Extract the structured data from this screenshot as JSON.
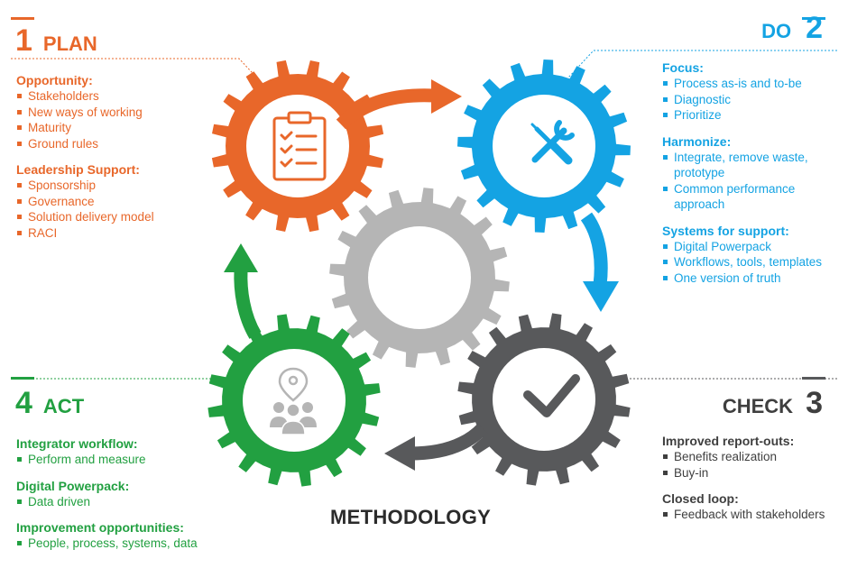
{
  "title": "METHODOLOGY",
  "colors": {
    "plan": "#e8672a",
    "do": "#14a3e3",
    "check": "#58595b",
    "act": "#22a041",
    "center": "#b5b5b5"
  },
  "phases": {
    "plan": {
      "number": "1",
      "name": "PLAN",
      "icon": "clipboard-checklist-icon",
      "sections": [
        {
          "title": "Opportunity:",
          "items": [
            "Stakeholders",
            "New ways of working",
            "Maturity",
            "Ground rules"
          ]
        },
        {
          "title": "Leadership Support:",
          "items": [
            "Sponsorship",
            "Governance",
            "Solution delivery model",
            "RACI"
          ]
        }
      ]
    },
    "do": {
      "number": "2",
      "name": "DO",
      "icon": "wrench-screwdriver-icon",
      "sections": [
        {
          "title": "Focus:",
          "items": [
            "Process as-is and to-be",
            "Diagnostic",
            "Prioritize"
          ]
        },
        {
          "title": "Harmonize:",
          "items": [
            "Integrate, remove waste, prototype",
            "Common performance approach"
          ]
        },
        {
          "title": "Systems for support:",
          "items": [
            "Digital Powerpack",
            "Workflows, tools, templates",
            "One version of truth"
          ]
        }
      ]
    },
    "check": {
      "number": "3",
      "name": "CHECK",
      "icon": "checkmark-icon",
      "sections": [
        {
          "title": "Improved report-outs:",
          "items": [
            "Benefits realization",
            "Buy-in"
          ]
        },
        {
          "title": "Closed loop:",
          "items": [
            "Feedback with stakeholders"
          ]
        }
      ]
    },
    "act": {
      "number": "4",
      "name": "ACT",
      "icon": "location-people-icon",
      "sections": [
        {
          "title": "Integrator workflow:",
          "items": [
            "Perform and measure"
          ]
        },
        {
          "title": "Digital Powerpack:",
          "items": [
            "Data driven"
          ]
        },
        {
          "title": "Improvement opportunities:",
          "items": [
            "People, process, systems, data"
          ]
        }
      ]
    }
  }
}
